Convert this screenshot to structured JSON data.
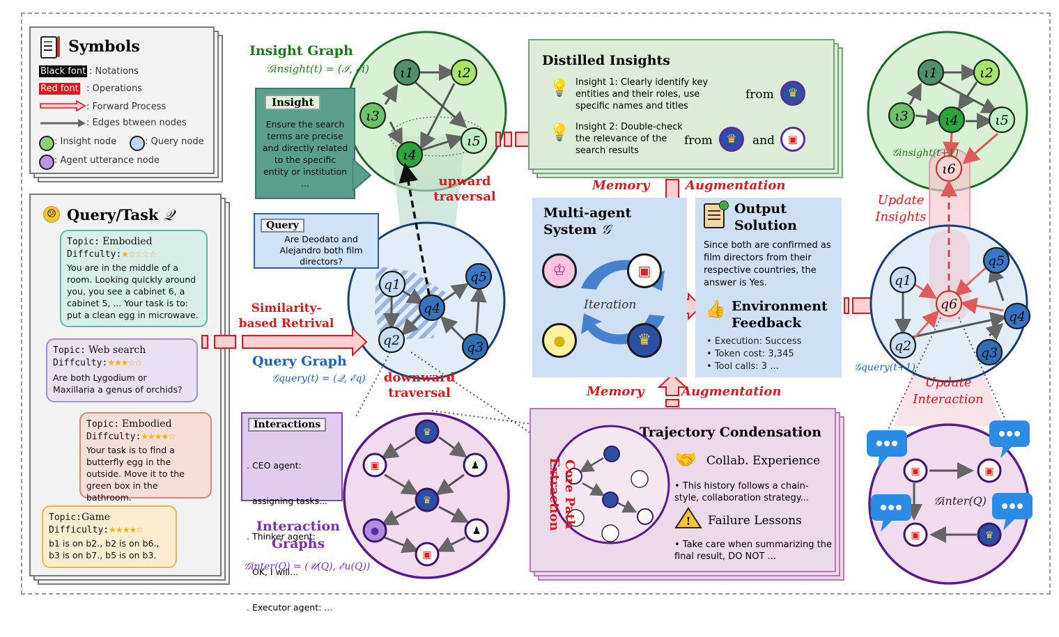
{
  "symbols": {
    "title": "Symbols",
    "black_font": "Black font",
    "black_font_desc": ": Notations",
    "red_font": "Red font",
    "red_font_desc": ": Operations",
    "forward": ": Forward Process",
    "edges": ": Edges btween nodes",
    "insight_node": ": Insight node",
    "query_node": ": Query node",
    "agent_node": ": Agent utterance node"
  },
  "query_panel": {
    "title": "Query/Task",
    "title_math": "𝒬",
    "cards": [
      {
        "topic_label": "Topic:",
        "topic": "Embodied",
        "diff_label": "Diffculty:",
        "stars": "★☆☆☆☆",
        "text": "You are in the middle of a room. Looking quickly around you, you see a cabinet 6, a cabinet 5, ... Your task is to: put a clean egg in microwave."
      },
      {
        "topic_label": "Topic:",
        "topic": "Web search",
        "diff_label": "Diffculty:",
        "stars": "★★★☆☆",
        "text": "Are both Lygodium or Maxillaria a genus of orchids?"
      },
      {
        "topic_label": "Topic:",
        "topic": "Embodied",
        "diff_label": "Diffculty:",
        "stars": "★★★★☆",
        "text": "Your task is to find a butterfly egg in the outside. Move it to the green box in the bathroom."
      },
      {
        "topic_label": "Topic:",
        "topic": "Game",
        "diff_label": "Difficulty:",
        "stars": "★★★★☆",
        "text": "b1 is on b2., b2 is on b6., b3 is on b7., b5 is on b3."
      }
    ]
  },
  "insight_graph": {
    "title": "Insight Graph",
    "formula": "𝒢insight(t) = (ℐ, ℰi)",
    "nodes": [
      "ι1",
      "ι2",
      "ι3",
      "ι4",
      "ι5"
    ],
    "callout_title": "Insight",
    "callout_text": "Ensure the search terms are precise and directly related to the specific entity or institution ..."
  },
  "query_graph": {
    "title": "Query Graph",
    "formula": "𝒢query(t) = (𝒬, ℰq)",
    "nodes": [
      "q1",
      "q2",
      "q3",
      "q4",
      "q5"
    ],
    "callout_title": "Query",
    "callout_text": "Are Deodato and Alejandro both film directors?"
  },
  "interaction_graphs": {
    "title_line1": "Interaction",
    "title_line2": "Graphs",
    "formula": "𝒢inter(Q) = (𝒰(Q), ℰu(Q))",
    "callout_title": "Interactions",
    "callout_lines": [
      ". CEO agent:",
      "  assigning tasks...",
      ". Thinker agent:",
      "  OK, I will...",
      ". Executor agent: ..."
    ]
  },
  "operations": {
    "upward": "upward traversal",
    "downward": "downward traversal",
    "similarity": "Similarity-based Retrival",
    "memory1": "Memory",
    "augmentation1": "Augmentation",
    "memory2": "Memory",
    "augmentation2": "Augmentation",
    "core_path": "Core Path Extraction",
    "update_insights": "Update Insights",
    "update_interaction": "Update Interaction"
  },
  "distilled": {
    "title": "Distilled Insights",
    "insight1": "Insight 1: Clearly identify key entities and their roles, use specific names and titles",
    "insight2": "Insight 2: Double-check the relevance of the search results",
    "from": "from",
    "and": "and"
  },
  "mas": {
    "title": "Multi-agent System",
    "title_math": "𝒢",
    "iteration": "Iteration"
  },
  "output": {
    "title_line1": "Output",
    "title_line2": "Solution",
    "text": "Since both are confirmed as film directors from their respective countries, the answer is Yes.",
    "env_line1": "Environment",
    "env_line2": "Feedback",
    "feedback": [
      "• Execution: Success",
      "• Token cost: 3,345",
      "• Tool calls: 3 ..."
    ]
  },
  "trajectory": {
    "title": "Trajectory Condensation",
    "collab": "Collab. Experience",
    "collab_text": "• This history follows a chain-style,  collaboration strategy...",
    "failure": "Failure Lessons",
    "failure_text": "• Take care when summarizing the final result, DO NOT ..."
  },
  "right_graphs": {
    "insight_formula": "𝒢insight(t+1)",
    "insight_nodes": [
      "ι1",
      "ι2",
      "ι3",
      "ι4",
      "ι5",
      "ι6"
    ],
    "query_formula": "𝒢query(t+1)",
    "query_nodes": [
      "q1",
      "q2",
      "q3",
      "q4",
      "q5",
      "q6"
    ],
    "inter_formula": "𝒢inter(Q)"
  },
  "colors": {
    "operation_red": "#e0161d",
    "insight_green": "#1b7a1b",
    "query_blue": "#1c62b8",
    "interaction_purple": "#7a2db8"
  }
}
